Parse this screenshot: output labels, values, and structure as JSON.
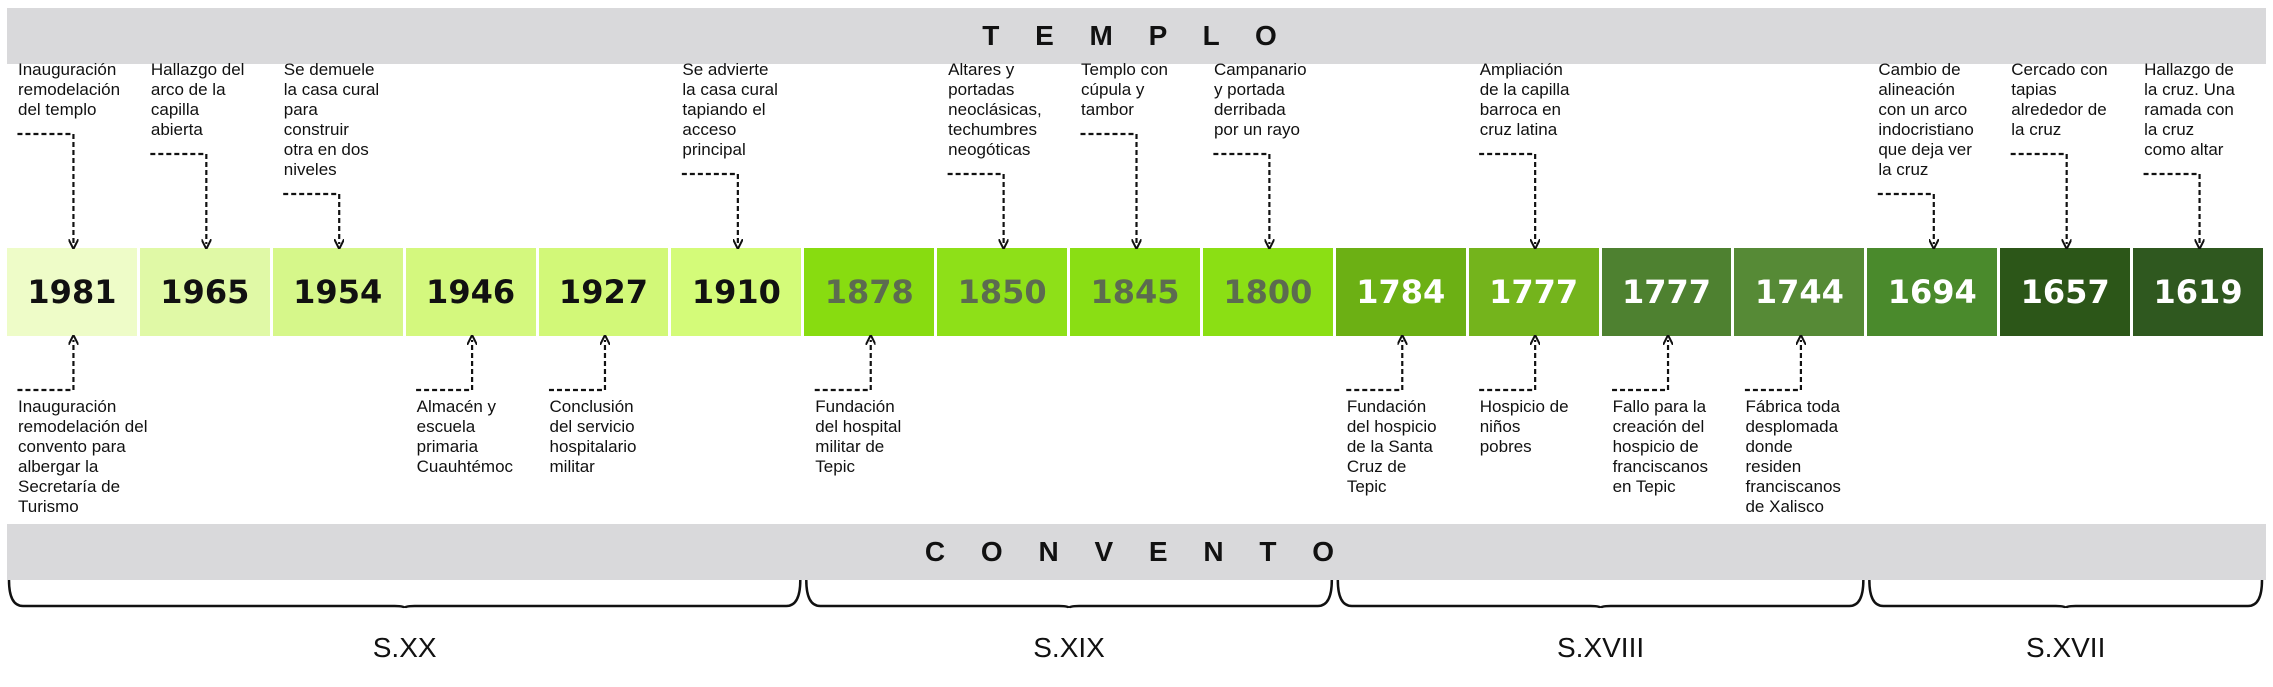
{
  "header": {
    "title": "T E M P L O"
  },
  "footer": {
    "title": "C O N V E N T O"
  },
  "years": [
    {
      "label": "1981",
      "bg": "#eefcc8",
      "fg": "#111111"
    },
    {
      "label": "1965",
      "bg": "#e0f9a6",
      "fg": "#111111"
    },
    {
      "label": "1954",
      "bg": "#d6f78a",
      "fg": "#111111"
    },
    {
      "label": "1946",
      "bg": "#d4f87e",
      "fg": "#111111"
    },
    {
      "label": "1927",
      "bg": "#d2f878",
      "fg": "#111111"
    },
    {
      "label": "1910",
      "bg": "#d4fb79",
      "fg": "#111111"
    },
    {
      "label": "1878",
      "bg": "#88dc10",
      "fg": "#5c6b50"
    },
    {
      "label": "1850",
      "bg": "#8ee018",
      "fg": "#5c6b50"
    },
    {
      "label": "1845",
      "bg": "#8ade14",
      "fg": "#5c6b50"
    },
    {
      "label": "1800",
      "bg": "#8bdf14",
      "fg": "#5c6b50"
    },
    {
      "label": "1784",
      "bg": "#6cb014",
      "fg": "#ffffff"
    },
    {
      "label": "1777",
      "bg": "#74b41c",
      "fg": "#ffffff"
    },
    {
      "label": "1777",
      "bg": "#4e8130",
      "fg": "#ffffff"
    },
    {
      "label": "1744",
      "bg": "#568a36",
      "fg": "#ffffff"
    },
    {
      "label": "1694",
      "bg": "#4a8a2c",
      "fg": "#ffffff"
    },
    {
      "label": "1657",
      "bg": "#2c5618",
      "fg": "#ffffff"
    },
    {
      "label": "1619",
      "bg": "#2f581f",
      "fg": "#ffffff"
    }
  ],
  "top_events": [
    {
      "year_index": 0,
      "text": "Inauguración\nremodelación\ndel templo"
    },
    {
      "year_index": 1,
      "text": "Hallazgo del\narco de la\ncapilla\nabierta"
    },
    {
      "year_index": 2,
      "text": "Se demuele\nla casa cural\npara\nconstruir\notra en dos\nniveles"
    },
    {
      "year_index": 5,
      "text": "Se advierte\nla casa cural\ntapiando el\nacceso\nprincipal"
    },
    {
      "year_index": 7,
      "text": "Altares y\nportadas\nneoclásicas,\ntechumbres\nneogóticas"
    },
    {
      "year_index": 8,
      "text": "Templo con\ncúpula y\ntambor"
    },
    {
      "year_index": 9,
      "text": "Campanario\ny portada\nderribada\npor un rayo"
    },
    {
      "year_index": 11,
      "text": "Ampliación\nde la capilla\nbarroca en\ncruz latina"
    },
    {
      "year_index": 14,
      "text": "Cambio de\nalineación\ncon un arco\nindocristiano\nque deja ver\nla cruz"
    },
    {
      "year_index": 15,
      "text": "Cercado con\ntapias\nalrededor de\nla cruz"
    },
    {
      "year_index": 16,
      "text": "Hallazgo de\nla cruz. Una\nramada con\nla cruz\ncomo altar"
    }
  ],
  "bottom_events": [
    {
      "year_index": 0,
      "text": "Inauguración\nremodelación del\nconvento para\nalbergar la\nSecretaría de\nTurismo"
    },
    {
      "year_index": 3,
      "text": "Almacén y\nescuela\nprimaria\nCuauhtémoc"
    },
    {
      "year_index": 4,
      "text": "Conclusión\ndel servicio\nhospitalario\nmilitar"
    },
    {
      "year_index": 6,
      "text": "Fundación\ndel hospital\nmilitar de\nTepic"
    },
    {
      "year_index": 10,
      "text": "Fundación\ndel hospicio\nde la Santa\nCruz de\nTepic"
    },
    {
      "year_index": 11,
      "text": "Hospicio de\nniños\npobres"
    },
    {
      "year_index": 12,
      "text": "Fallo para la\ncreación del\nhospicio de\nfranciscanos\nen Tepic"
    },
    {
      "year_index": 13,
      "text": "Fábrica toda\ndesplomada\ndonde\nresiden\nfranciscanos\nde Xalisco"
    }
  ],
  "centuries": [
    {
      "label": "S.XX",
      "from": 0,
      "to": 5
    },
    {
      "label": "S.XIX",
      "from": 6,
      "to": 9
    },
    {
      "label": "S.XVIII",
      "from": 10,
      "to": 13
    },
    {
      "label": "S.XVII",
      "from": 14,
      "to": 16
    }
  ]
}
